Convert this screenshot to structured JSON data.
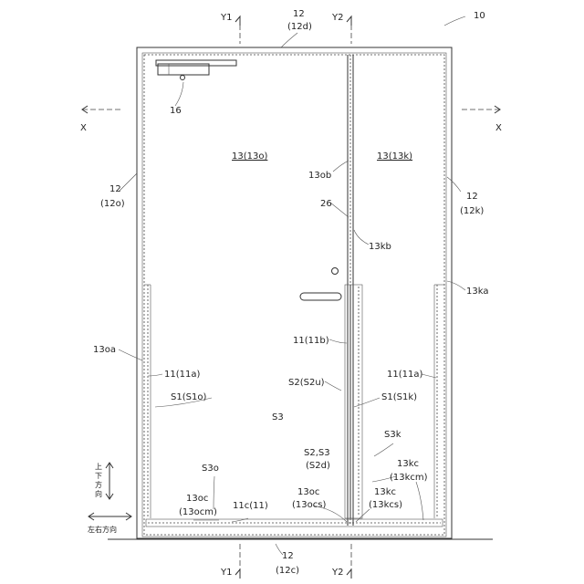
{
  "figure": {
    "ref_main": "10",
    "frame_top": [
      "12",
      "(12d)"
    ],
    "frame_left": [
      "12",
      "(12o)"
    ],
    "frame_right": [
      "12",
      "(12k)"
    ],
    "frame_bottom": [
      "12",
      "(12c)"
    ],
    "section_y1": "Y1",
    "section_y2": "Y2",
    "section_x": "X",
    "closer": "16",
    "door_left": "13(13o)",
    "door_right": "13(13k)",
    "edge_13ob": "13ob",
    "part_26": "26",
    "edge_13kb": "13kb",
    "edge_13ka": "13ka",
    "edge_13oa": "13oa",
    "seal_11b": "11(11b)",
    "seal_11a_left": "11(11a)",
    "seal_11a_right": "11(11a)",
    "s1_left": "S1(S1o)",
    "s1_right": "S1(S1k)",
    "s2u": "S2(S2u)",
    "s3": "S3",
    "s3k": "S3k",
    "s2s3": "S2,S3",
    "s2d": "(S2d)",
    "s3o": "S3o",
    "c13oc_1": [
      "13oc",
      "(13ocm)"
    ],
    "c13oc_2": [
      "13oc",
      "(13ocs)"
    ],
    "c13kc_1": [
      "13kc",
      "(13kcm)"
    ],
    "c13kc_2": [
      "13kc",
      "(13kcs)"
    ],
    "seal_11c": "11c(11)",
    "dir_vertical": [
      "上",
      "下",
      "方",
      "向"
    ],
    "dir_horizontal": "左右方向"
  }
}
